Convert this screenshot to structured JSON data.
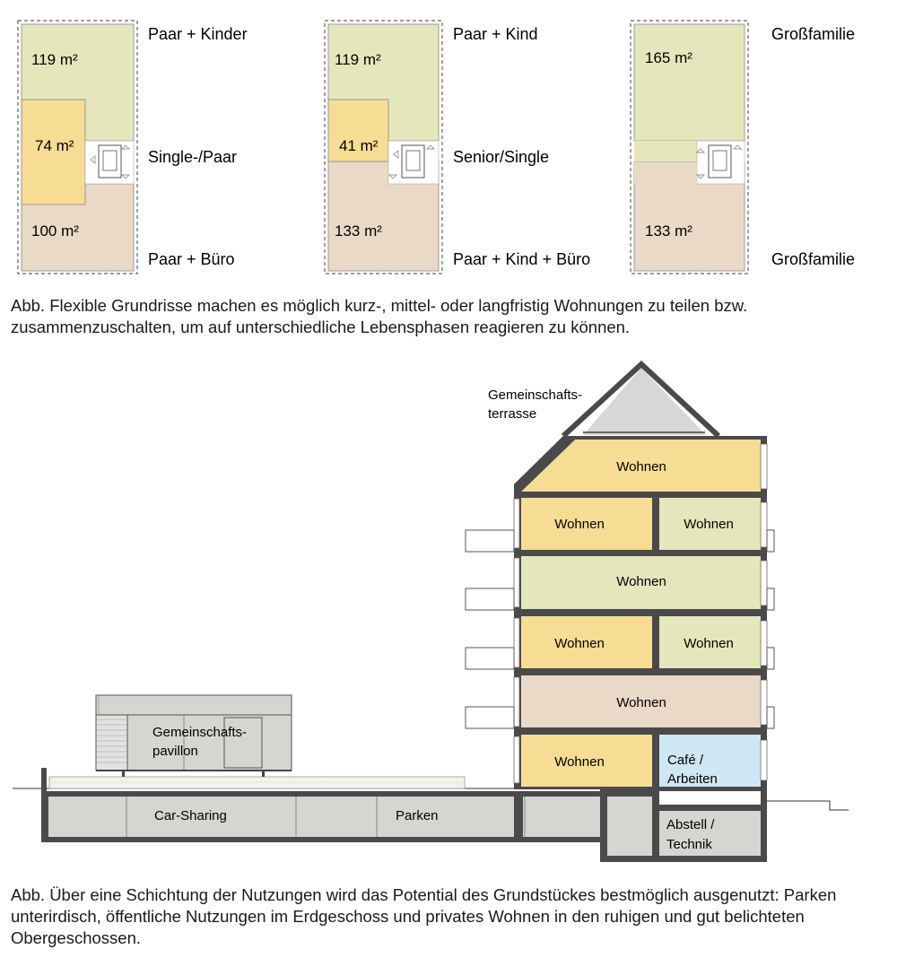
{
  "plans": [
    {
      "top": {
        "area": "119 m²",
        "label": "Paar + Kinder"
      },
      "middle": {
        "area": "74 m²",
        "label": "Single-/Paar"
      },
      "bottom": {
        "area": "100 m²",
        "label": "Paar + Büro"
      }
    },
    {
      "top": {
        "area": "119 m²",
        "label": "Paar + Kind"
      },
      "middle": {
        "area": "41 m²",
        "label": "Senior/Single"
      },
      "bottom": {
        "area": "133 m²",
        "label": "Paar + Kind + Büro"
      }
    },
    {
      "top": {
        "area": "165 m²",
        "label": "Großfamilie"
      },
      "bottom": {
        "area": "133 m²",
        "label": "Großfamilie"
      }
    }
  ],
  "caption1": "Abb. Flexible Grundrisse machen es möglich kurz-, mittel- oder langfristig Wohnungen zu teilen bzw. zusammenzuschalten, um auf unterschiedliche Lebensphasen reagieren zu können.",
  "section": {
    "roof_terrace": [
      "Gemeinschafts-",
      "terrasse"
    ],
    "pavilion": [
      "Gemeinschafts-",
      "pavillon"
    ],
    "wohnen": "Wohnen",
    "cafe": [
      "Café /",
      "Arbeiten"
    ],
    "car_sharing": "Car-Sharing",
    "parken": "Parken",
    "abstell": [
      "Abstell /",
      "Technik"
    ]
  },
  "caption2": "Abb. Über eine Schichtung der Nutzungen wird das Potential des Grundstückes bestmöglich ausgenutzt: Parken unterirdisch, öffentliche Nutzungen im Erdgeschoss und privates Wohnen in den ruhigen und gut belichteten Obergeschossen.",
  "colors": {
    "green_yellow": "#e6e6bd",
    "yellow": "#f7dc93",
    "beige": "#ead9c6",
    "blue": "#cfe6f3",
    "grey": "#d3d6d1",
    "wall": "#4a4a4a"
  }
}
